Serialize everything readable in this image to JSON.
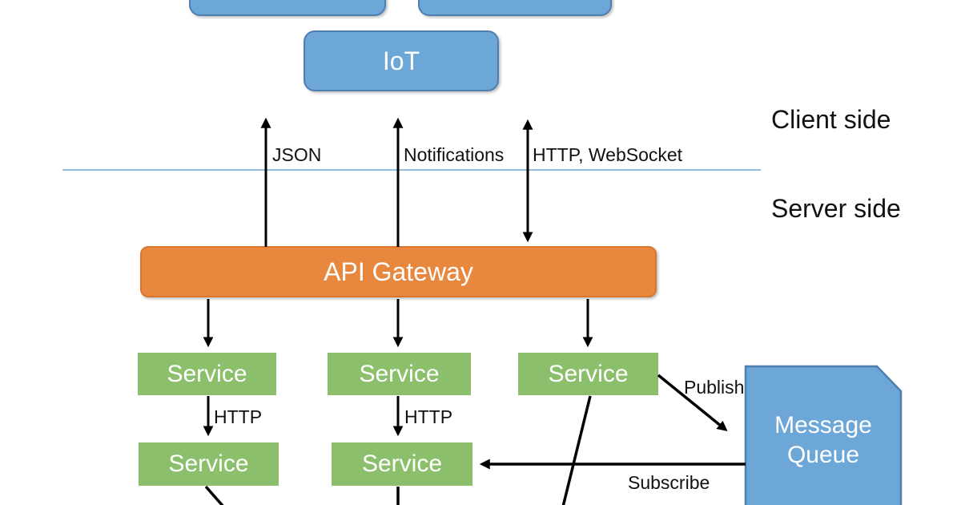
{
  "regions": {
    "client_side": "Client side",
    "server_side": "Server side"
  },
  "nodes": {
    "client_device_1": "",
    "client_device_2": "",
    "iot": "IoT",
    "api_gateway": "API Gateway",
    "services": [
      "Service",
      "Service",
      "Service",
      "Service",
      "Service"
    ],
    "message_queue": "Message Queue"
  },
  "edge_labels": {
    "json": "JSON",
    "notifications": "Notifications",
    "http_websocket": "HTTP, WebSocket",
    "http_left": "HTTP",
    "http_middle": "HTTP",
    "publish": "Publish",
    "subscribe": "Subscribe"
  },
  "colors": {
    "blue-fill": "#6CA7D8",
    "blue-border": "#4E7FB1",
    "orange-fill": "#E8873E",
    "orange-border": "#D9772E",
    "green-fill": "#8CBF6B",
    "divider": "#6FA8DC",
    "arrow": "#000000",
    "text-dark": "#111111",
    "text-light": "#FFFFFF"
  }
}
